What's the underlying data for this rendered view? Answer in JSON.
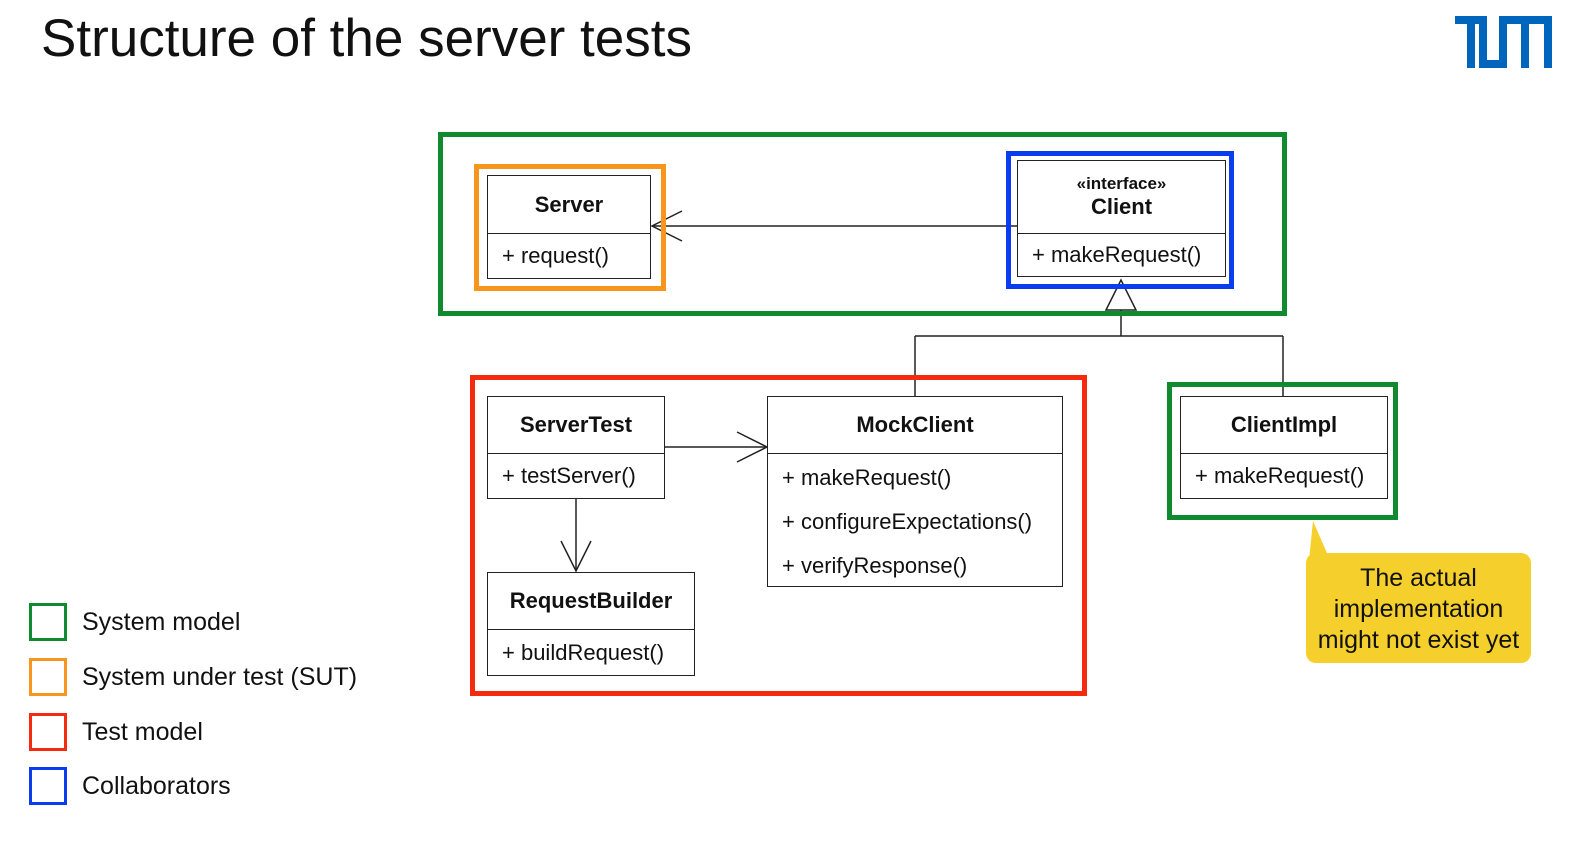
{
  "slide": {
    "title": "Structure of the server tests",
    "logo_text": "TUM"
  },
  "colors": {
    "system_model": "#0f8a2e",
    "sut": "#f7951d",
    "test_model": "#f52a0e",
    "collaborators": "#0a3cf0",
    "logo": "#0065bd",
    "callout": "#f5d02c"
  },
  "classes": {
    "server": {
      "name": "Server",
      "ops": [
        "+ request()"
      ]
    },
    "client": {
      "stereotype": "«interface»",
      "name": "Client",
      "ops": [
        "+ makeRequest()"
      ]
    },
    "server_test": {
      "name": "ServerTest",
      "ops": [
        "+ testServer()"
      ]
    },
    "mock_client": {
      "name": "MockClient",
      "ops": [
        "+ makeRequest()",
        "+ configureExpectations()",
        "+ verifyResponse()"
      ]
    },
    "client_impl": {
      "name": "ClientImpl",
      "ops": [
        "+ makeRequest()"
      ]
    },
    "request_builder": {
      "name": "RequestBuilder",
      "ops": [
        "+ buildRequest()"
      ]
    }
  },
  "legend": [
    {
      "label": "System model",
      "color": "#0f8a2e"
    },
    {
      "label": "System under test (SUT)",
      "color": "#f7951d"
    },
    {
      "label": "Test model",
      "color": "#f52a0e"
    },
    {
      "label": "Collaborators",
      "color": "#0a3cf0"
    }
  ],
  "callout": {
    "text": "The actual\nimplementation\nmight not exist yet"
  }
}
